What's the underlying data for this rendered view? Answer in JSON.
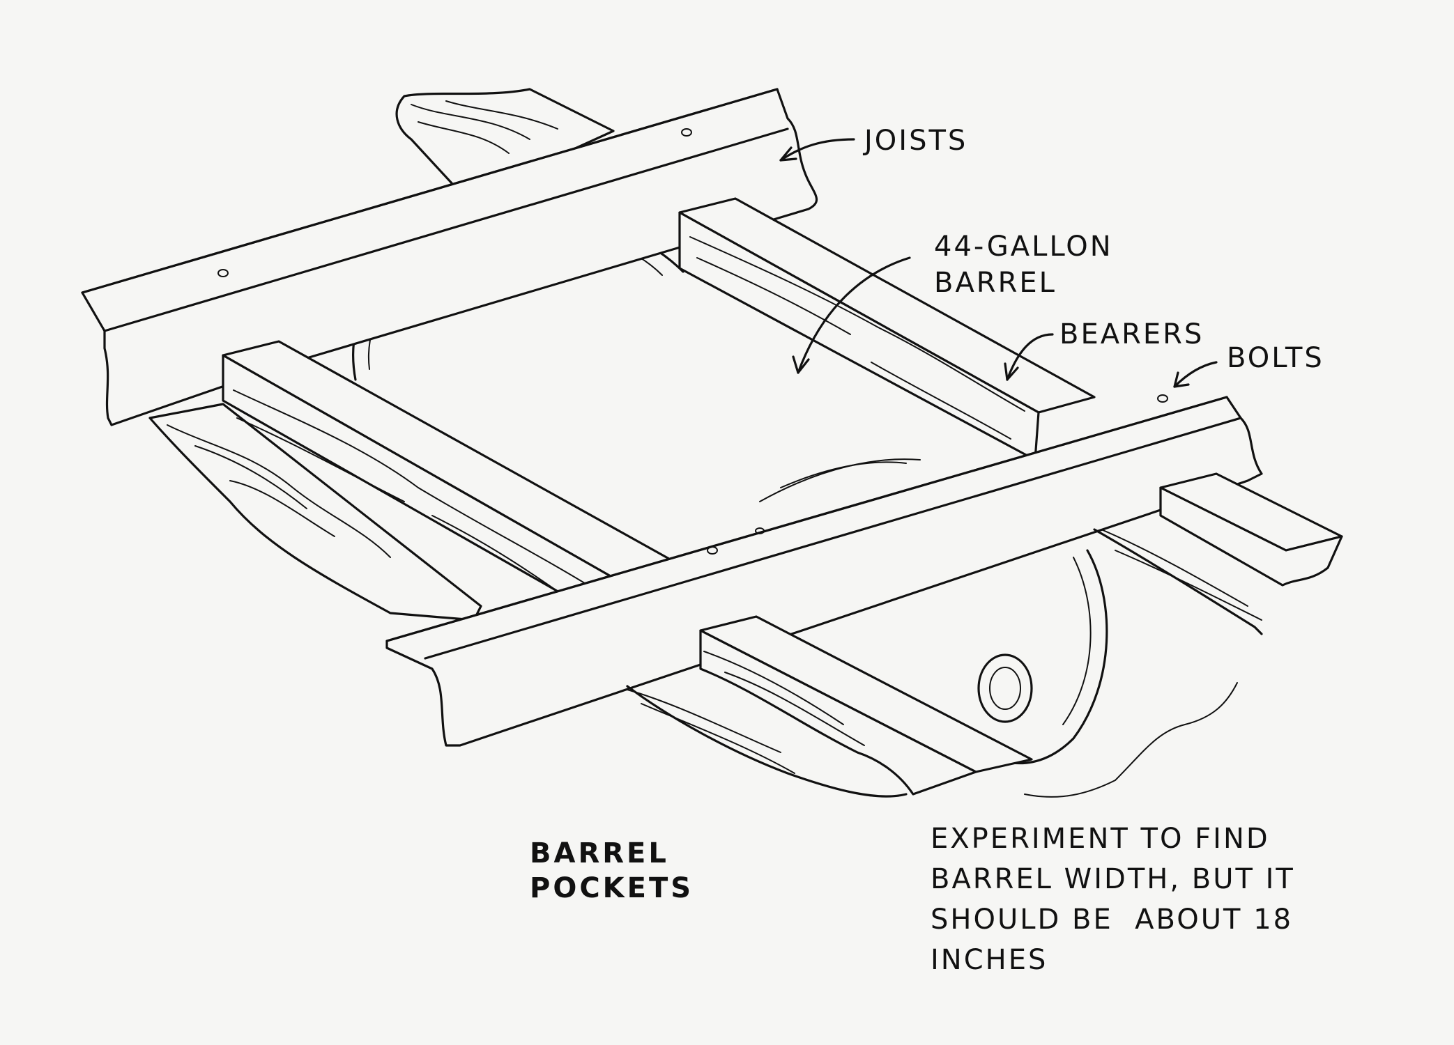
{
  "labels": {
    "joists": "JOISTS",
    "barrel": [
      "44-GALLON",
      "BARREL"
    ],
    "bearers": "BEARERS",
    "bolts": "BOLTS"
  },
  "title": [
    "BARREL",
    "POCKETS"
  ],
  "note": [
    "EXPERIMENT TO FIND",
    "BARREL WIDTH, BUT IT",
    "SHOULD BE  ABOUT 18",
    "INCHES"
  ]
}
